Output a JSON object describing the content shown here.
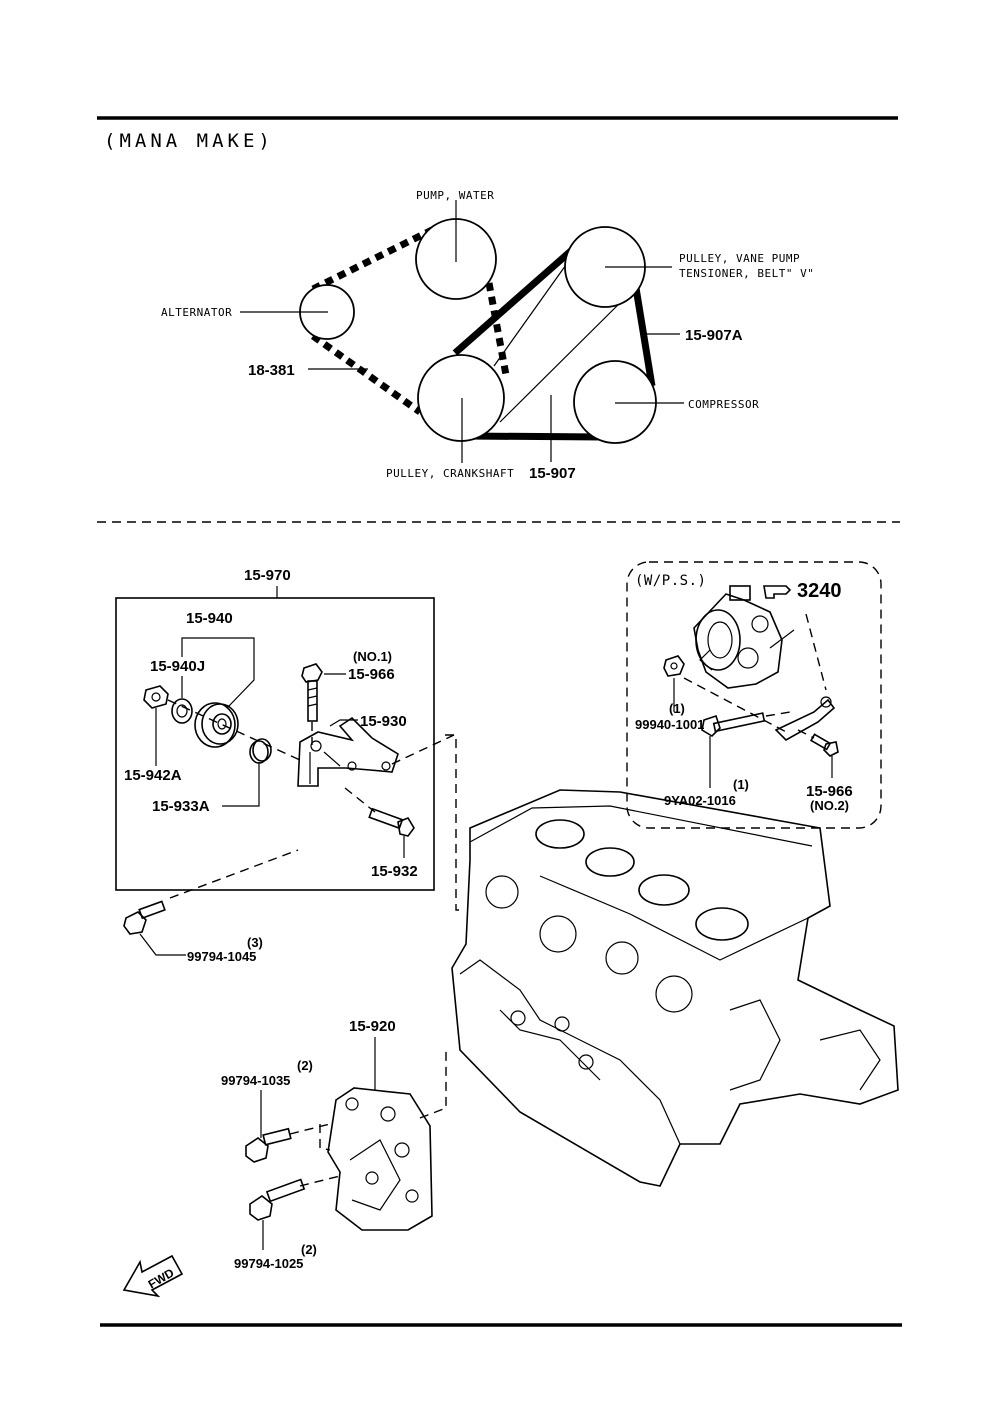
{
  "header": {
    "title": "(MANA MAKE)"
  },
  "belt_diagram": {
    "labels": {
      "pump_water": "PUMP, WATER",
      "alternator": "ALTERNATOR",
      "pulley_vane_pump": "PULLEY, VANE PUMP",
      "tensioner": "TENSIONER, BELT\" V\"",
      "compressor": "COMPRESSOR",
      "pulley_crankshaft": "PULLEY, CRANKSHAFT"
    },
    "part_numbers": {
      "belt_alt": "18-381",
      "belt_ps": "15-907A",
      "belt_ac": "15-907"
    }
  },
  "parts": {
    "bracket_assy": "15-970",
    "idler_assy": "15-940",
    "bearing": "15-940J",
    "nut_idler": "15-942A",
    "spacer": "15-933A",
    "bolt_no1": "15-966",
    "bolt_no1_note": "(NO.1)",
    "bracket": "15-930",
    "bolt_bracket": "15-932",
    "bolt_3": "99794-1045",
    "bolt_3_qty": "(3)",
    "mount_bracket": "15-920",
    "bolt_a": "99794-1035",
    "bolt_a_qty": "(2)",
    "bolt_b": "99794-1025",
    "bolt_b_qty": "(2)"
  },
  "power_steering": {
    "title": "(W/P.S.)",
    "ref": "3240",
    "nut": "99940-1001",
    "nut_qty": "(1)",
    "bolt": "9YA02-1016",
    "bolt_qty": "(1)",
    "bolt_no2": "15-966",
    "bolt_no2_note": "(NO.2)"
  },
  "fwd_label": "FWD",
  "icons": [
    "fwd-arrow-icon",
    "pointing-hand-icon"
  ]
}
